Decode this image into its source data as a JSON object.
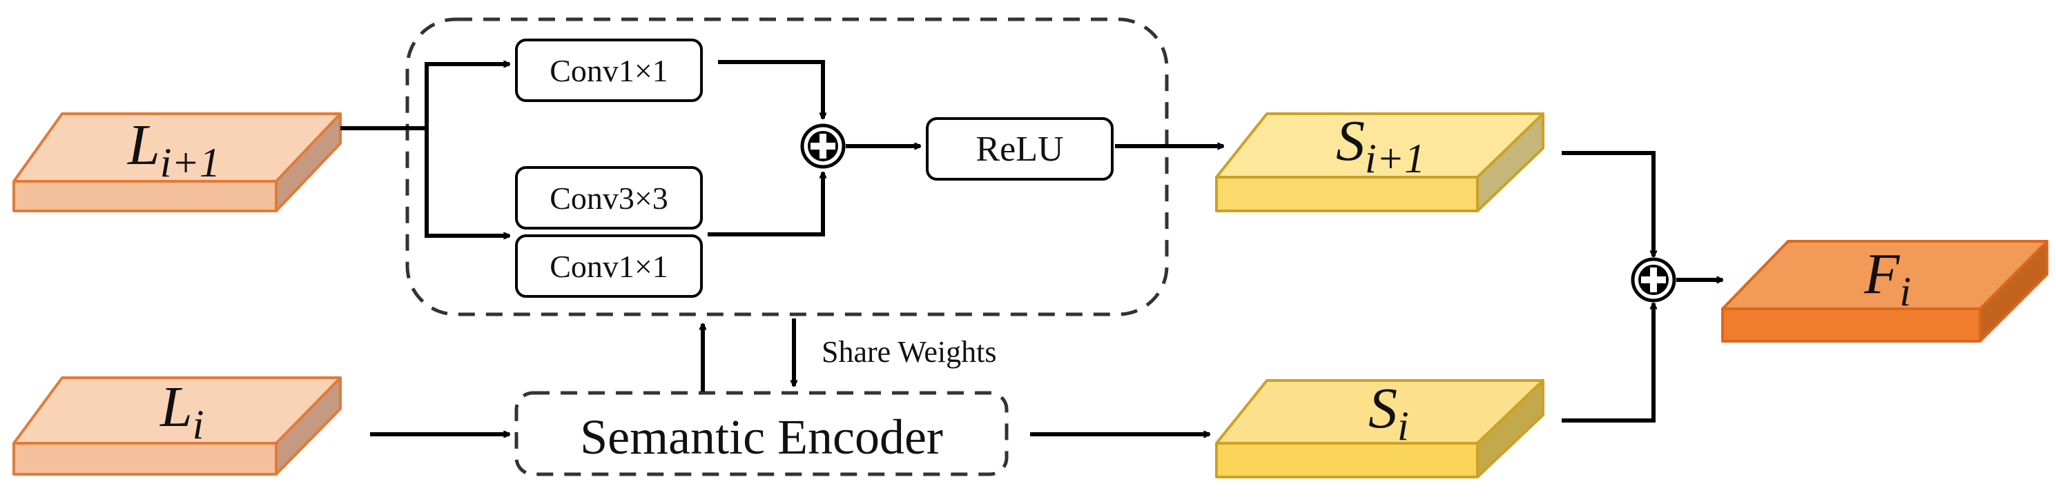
{
  "tensors": {
    "l_next": {
      "symbol": "L",
      "subscript": "i+1",
      "colors": {
        "top": "#f9d3b6",
        "front": "#f5c09c",
        "side": "#c69a80",
        "stroke": "#e07b39"
      }
    },
    "l_i": {
      "symbol": "L",
      "subscript": "i",
      "colors": {
        "top": "#f9d3b6",
        "front": "#f5c09c",
        "side": "#c69a80",
        "stroke": "#e07b39"
      }
    },
    "s_next": {
      "symbol": "S",
      "subscript": "i+1",
      "colors": {
        "top": "#fde79a",
        "front": "#fbd96c",
        "side": "#c7b679",
        "stroke": "#c9a227"
      }
    },
    "s_i": {
      "symbol": "S",
      "subscript": "i",
      "colors": {
        "top": "#fde08b",
        "front": "#fbd55a",
        "side": "#c4a94c",
        "stroke": "#c9a227"
      }
    },
    "f_i": {
      "symbol": "F",
      "subscript": "i",
      "colors": {
        "top": "#f29a58",
        "front": "#ef7d2b",
        "side": "#c2631f",
        "stroke": "#d9691f"
      }
    }
  },
  "blocks": {
    "conv1x1_top": "Conv1×1",
    "conv3x3": "Conv3×3",
    "conv1x1_bottom": "Conv1×1",
    "relu": "ReLU",
    "semantic_encoder": "Semantic Encoder"
  },
  "annotations": {
    "share_weights": "Share Weights"
  },
  "icons": {
    "add_op": "circle-plus-icon"
  }
}
